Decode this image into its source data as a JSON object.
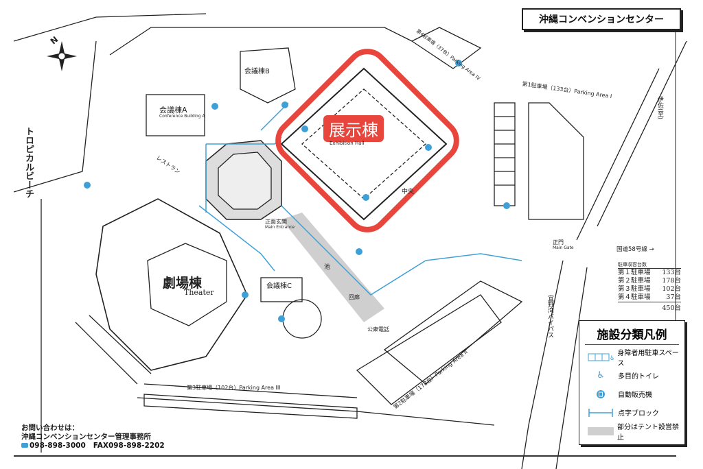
{
  "title": "沖縄コンベンションセンター",
  "highlight": {
    "label": "展示棟",
    "color": "#e8453c"
  },
  "colors": {
    "accent_blue": "#3fa0d8",
    "nogo_gray": "#cfcfcf",
    "line": "#222222"
  },
  "buildings": {
    "exhibition_sub": "Exhibition Hall",
    "theater": "劇場棟",
    "theater_en": "Theater",
    "conf_a": "会議棟A",
    "conf_a_en": "Conference Building A",
    "conf_b": "会議棟B",
    "conf_c": "会議棟C",
    "restaurant": "レストラン",
    "main_entrance": "正面玄関",
    "main_entrance_en": "Main Entrance",
    "central": "中央",
    "pond": "池",
    "lobby": "回廊",
    "public_phone": "公衆電話",
    "beach": "トロピカルビーチ"
  },
  "roads": {
    "route58": "国道58号線 →",
    "main_gate": "正門",
    "main_gate_en": "Main Gate",
    "bypass": "宜野湾バイパス",
    "isa": "伊佐(至)"
  },
  "parking_areas": [
    {
      "label": "第1駐車場（133台）Parking Area I"
    },
    {
      "label": "第2駐車場（178台）Parking Area II"
    },
    {
      "label": "第3駐車場（102台）Parking Area III"
    },
    {
      "label": "第4駐車場（37台）Parking Area IV"
    }
  ],
  "parking_table": {
    "header": "駐車収容台数",
    "rows": [
      {
        "name": "第１駐車場",
        "count": "133台"
      },
      {
        "name": "第２駐車場",
        "count": "178台"
      },
      {
        "name": "第３駐車場",
        "count": "102台"
      },
      {
        "name": "第４駐車場",
        "count": "37台"
      }
    ],
    "total": "450台"
  },
  "legend": {
    "title": "施設分類凡例",
    "items": [
      {
        "icon": "accessible-parking-icon",
        "label": "身障者用駐車スペース"
      },
      {
        "icon": "wheelchair-icon",
        "label": "多目的トイレ"
      },
      {
        "icon": "vending-machine-icon",
        "label": "自動販売機"
      },
      {
        "icon": "braille-block-icon",
        "label": "点字ブロック"
      },
      {
        "icon": "gray-area-icon",
        "label": "部分はテント設営禁止"
      }
    ]
  },
  "contact": {
    "heading": "お問い合わせは：",
    "office": "沖縄コンベンションセンター管理事務所",
    "phone": "098-898-3000",
    "fax": "FAX098-898-2202"
  },
  "compass": "N"
}
